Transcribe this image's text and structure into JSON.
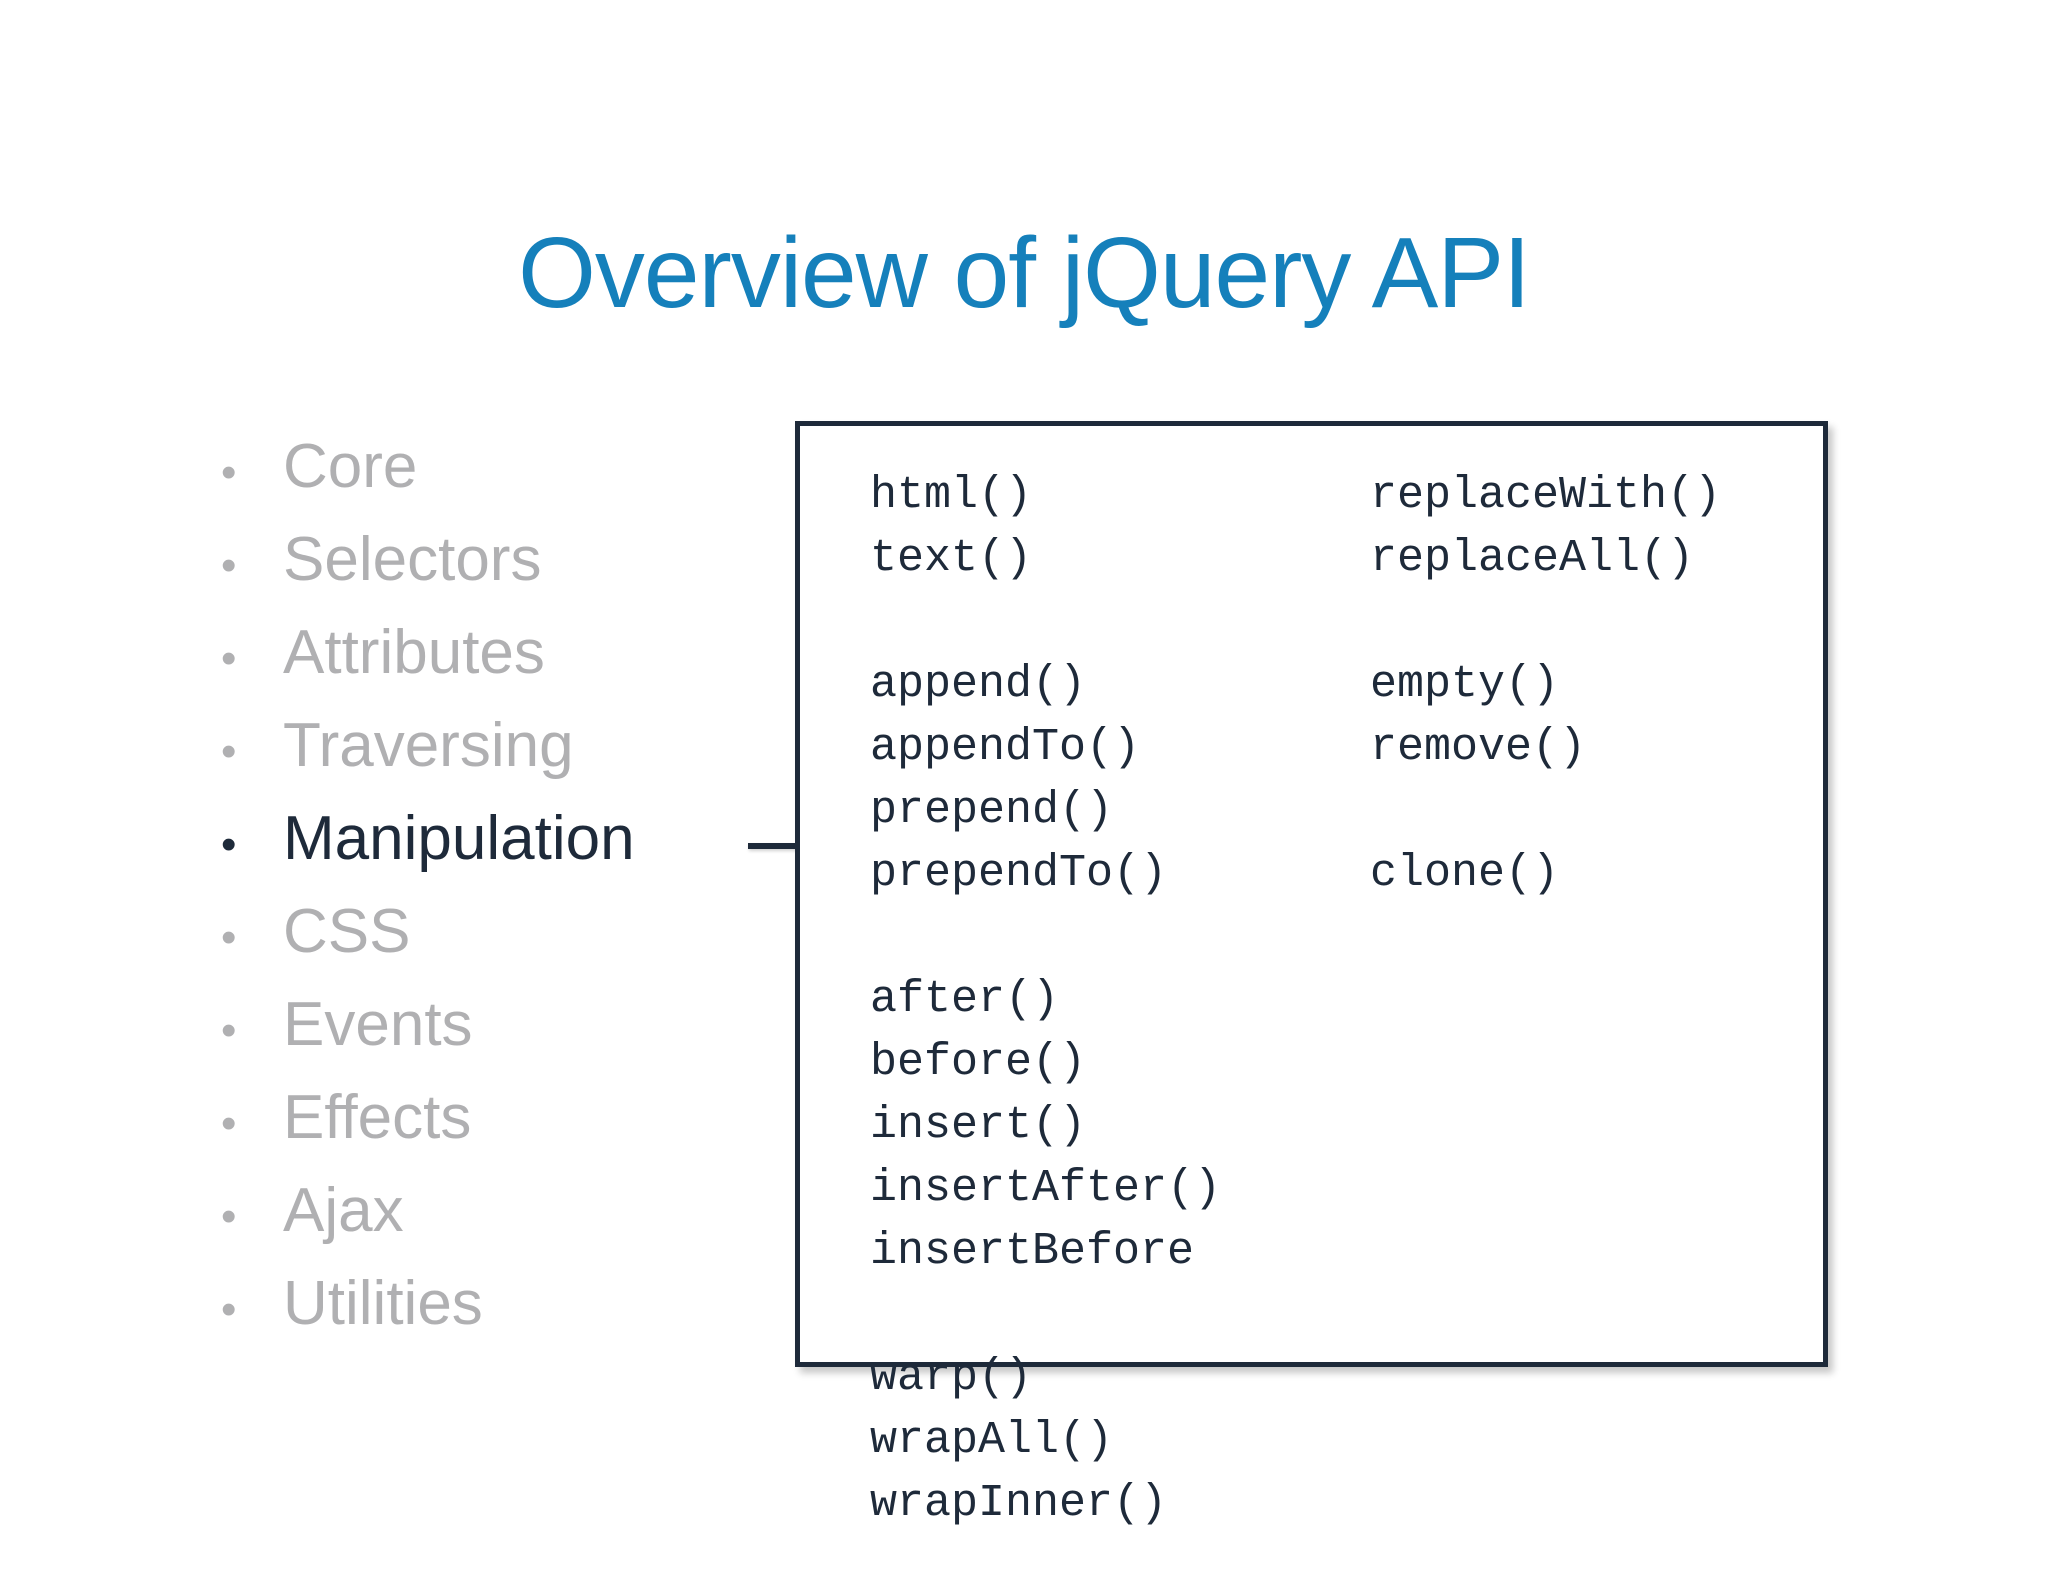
{
  "slide": {
    "title": "Overview of jQuery API",
    "title_color": "#1580bb",
    "background_color": "#ffffff"
  },
  "topics": {
    "bullet_glyph": "•",
    "inactive_color": "#b0b0b2",
    "active_color": "#1e2a3a",
    "items": [
      {
        "label": "Core",
        "active": false
      },
      {
        "label": "Selectors",
        "active": false
      },
      {
        "label": "Attributes",
        "active": false
      },
      {
        "label": "Traversing",
        "active": false
      },
      {
        "label": "Manipulation",
        "active": true
      },
      {
        "label": "CSS",
        "active": false
      },
      {
        "label": "Events",
        "active": false
      },
      {
        "label": "Effects",
        "active": false
      },
      {
        "label": "Ajax",
        "active": false
      },
      {
        "label": "Utilities",
        "active": false
      }
    ]
  },
  "code_box": {
    "border_color": "#1e2a3a",
    "text_color": "#1e2a3a",
    "left_column": [
      "html()",
      "text()",
      "",
      "append()",
      "appendTo()",
      "prepend()",
      "prependTo()",
      "",
      "after()",
      "before()",
      "insert()",
      "insertAfter()",
      "insertBefore",
      "",
      "warp()",
      "wrapAll()",
      "wrapInner()"
    ],
    "right_column": [
      "replaceWith()",
      "replaceAll()",
      "",
      "empty()",
      "remove()",
      "",
      "clone()"
    ]
  }
}
